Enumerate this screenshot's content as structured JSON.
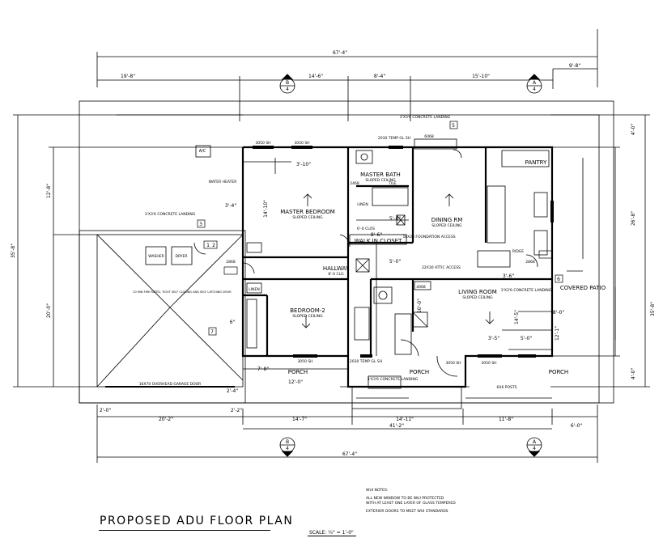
{
  "title": "PROPOSED ADU FLOOR PLAN",
  "scale": "SCALE: ¼\" = 1'-0\"",
  "notes": {
    "heading": "WUI NOTES:",
    "line1": "ALL NEW WINDOW TO BE WUI PROTECTED",
    "line2": "WITH AT LEAST ONE LAYER OF GLASS TEMPERED",
    "line3": "EXTERIOR DOORS TO MEET WUI STANDARDS"
  },
  "dimensions": {
    "top_overall": "67'-4\"",
    "top_right_small": "9'-8\"",
    "top_seg1": "19'-8\"",
    "top_seg2": "14'-6\"",
    "top_seg3": "8'-4\"",
    "top_seg4": "15'-10\"",
    "bottom_overall": "67'-4\"",
    "bottom_seg1": "20'-2\"",
    "bottom_seg2": "14'-7\"",
    "bottom_seg3": "14'-11\"",
    "bottom_seg4": "11'-8\"",
    "bottom_41": "41'-2\"",
    "bottom_6": "6'-0\"",
    "bottom_2_0": "2'-0\"",
    "bottom_2_2": "2'-2\"",
    "left_overall": "35'-8\"",
    "left_12": "12'-8\"",
    "left_20": "20'-0\"",
    "right_overall": "35'-8\"",
    "right_26": "26'-8\"",
    "right_4a": "4'-0\"",
    "right_4b": "4'-0\"",
    "dim_14_10": "14'-10\"",
    "dim_12_0": "12'-0\"",
    "dim_14_5": "14'-5\"",
    "dim_12_1": "12'-1\"",
    "dim_10_0": "10'-0\"",
    "dim_8_0": "8'-0\"",
    "dim_3_4": "3'-4\"",
    "dim_5_0": "5'-0\"",
    "dim_5_0b": "5'-0\"",
    "dim_3_6": "3'-6\"",
    "dim_3_5": "3'-5\"",
    "dim_8_6": "8'-6\"",
    "dim_6": "6\"",
    "dim_2_4": "2'-4\"",
    "dim_7_8": "7'-8\"",
    "dim_5_8": "5'-8\"",
    "dim_3_10": "3'-10\""
  },
  "section_markers": {
    "top_left": {
      "num": "B",
      "sheet": "4"
    },
    "top_right": {
      "num": "A",
      "sheet": "4"
    },
    "bottom_left": {
      "num": "B",
      "sheet": "4"
    },
    "bottom_right": {
      "num": "A",
      "sheet": "4"
    }
  },
  "rooms": {
    "master_bedroom": "MASTER BEDROOM",
    "master_bedroom_sub": "SLOPED CEILING",
    "master_bath": "MASTER BATH",
    "master_bath_sub": "SLOPED CEILING",
    "dining": "DINING RM",
    "dining_sub": "SLOPED CEILING",
    "pantry": "PANTRY",
    "walk_in_closet": "WALK IN CLOSET",
    "hallway": "HALLWAY",
    "hallway_sub": "8'-0 CLG",
    "bedroom2": "BEDROOM-2",
    "bedroom2_sub": "SLOPED CEILING",
    "living": "LIVING ROOM",
    "living_sub": "SLOPED CEILING",
    "covered_patio": "COVERED PATIO",
    "porch_left": "PORCH",
    "porch_mid": "PORCH",
    "porch_right": "PORCH",
    "linen": "LINEN",
    "linen2": "LINEN",
    "ac": "A/C",
    "water_heater": "WATER HEATER",
    "washer": "WASHER",
    "dryer": "DRYER",
    "tile": "TILE",
    "clos": "6'-0 CLOS"
  },
  "annotations": {
    "win_3050a": "3050 SH",
    "win_3050b": "3050 SH",
    "win_2030": "2030 TEMP GL SH",
    "win_6068": "6068",
    "win_2030b": "2030 TEMP GL SH",
    "win_3050c": "3050 SH",
    "win_3050d": "3050 SH",
    "win_3050e": "3050 SH",
    "door_2868": "2868",
    "door_2468": "2468",
    "door_4068": "4068",
    "door_2868b": "2868",
    "landing1": "3'X3'6 CONCRETE LANDING",
    "landing2": "3'X3'6 CONCRETE LANDING",
    "landing3": "3'X3'6 CONCRETE LANDING",
    "landing4": "3'X3'6 CONCRETE LANDING",
    "garage_door": "16X70 OVERHEAD GARAGE DOOR",
    "posts": "6X6 POSTS",
    "foundation": "18X24 FOUNDATION ACCESS",
    "attic": "22X30 ATTIC ACCESS",
    "ridge": "RIDGE",
    "fire_door": "20 MIN FIRE RATED, TIGHT SELF CLOSING AND SELF LATCHING DOOR",
    "tag_1": "1",
    "tag_2": "2",
    "tag_7": "7",
    "tag_3": "3",
    "tag_5": "5",
    "tag_6": "6"
  }
}
